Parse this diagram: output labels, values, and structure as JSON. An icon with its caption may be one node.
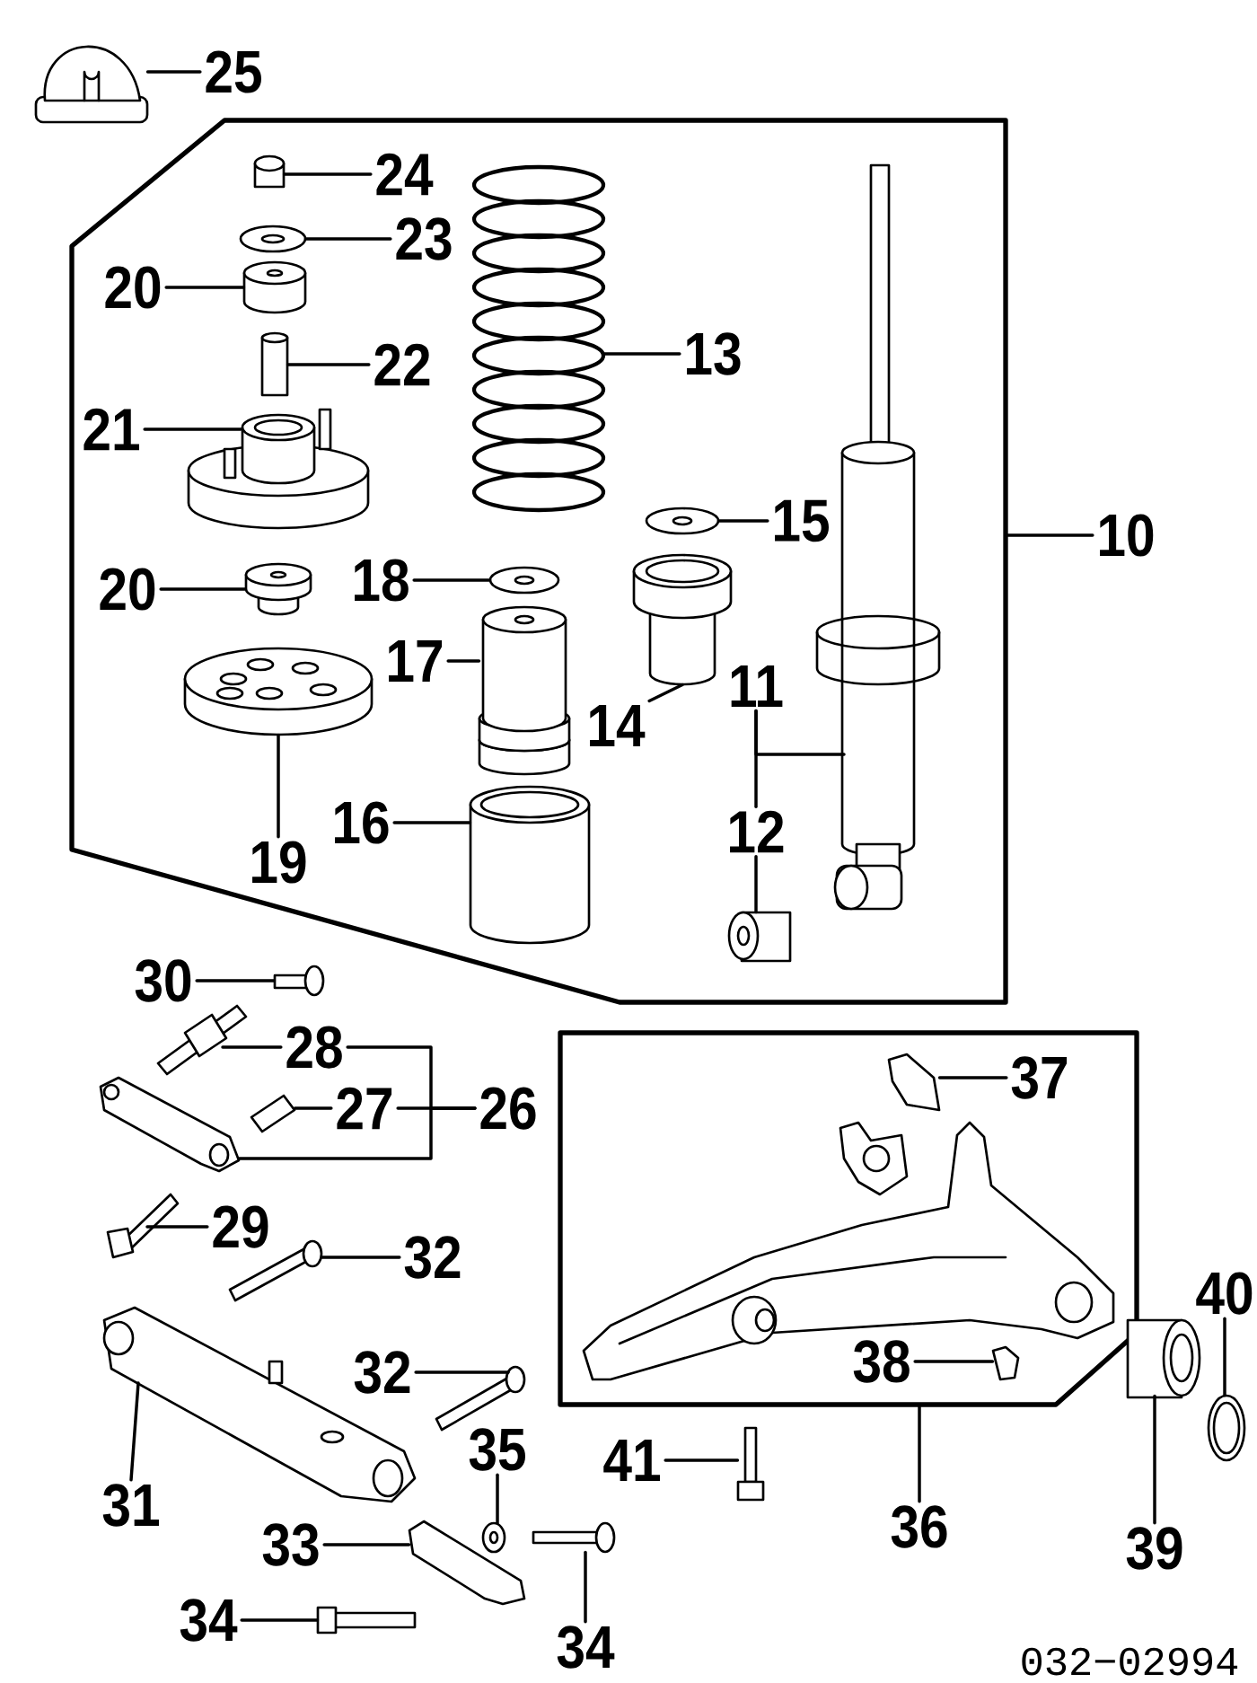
{
  "diagram": {
    "nodes": [
      {
        "text": [],
        "shape": "box"
      },
      {
        "text": [],
        "shape": "box"
      },
      {
        "text": [
          "25"
        ]
      },
      {
        "text": [
          "24"
        ],
        "in": 0
      },
      {
        "text": [
          "23"
        ],
        "in": 0
      },
      {
        "text": [
          "20"
        ],
        "in": 0
      },
      {
        "text": [
          "22"
        ],
        "in": 0
      },
      {
        "text": [
          "21"
        ],
        "in": 0
      },
      {
        "text": [
          "20"
        ],
        "in": 0
      },
      {
        "text": [
          "18"
        ],
        "in": 0
      },
      {
        "text": [
          "17"
        ],
        "in": 0
      },
      {
        "text": [
          "19"
        ],
        "in": 0
      },
      {
        "text": [
          "16"
        ],
        "in": 0
      },
      {
        "text": [
          "13"
        ],
        "in": 0
      },
      {
        "text": [
          "15"
        ],
        "in": 0
      },
      {
        "text": [
          "14"
        ],
        "in": 0
      },
      {
        "text": [
          "11"
        ],
        "in": 0
      },
      {
        "text": [
          "12"
        ],
        "in": 0
      },
      {
        "text": [
          "10"
        ]
      },
      {
        "text": [
          "30"
        ]
      },
      {
        "text": [
          "28"
        ]
      },
      {
        "text": [
          "27"
        ]
      },
      {
        "text": [
          "26"
        ]
      },
      {
        "text": [
          "29"
        ]
      },
      {
        "text": [
          "32"
        ]
      },
      {
        "text": [
          "31"
        ]
      },
      {
        "text": [
          "32"
        ]
      },
      {
        "text": [
          "35"
        ]
      },
      {
        "text": [
          "33"
        ]
      },
      {
        "text": [
          "34"
        ]
      },
      {
        "text": [
          "34"
        ]
      },
      {
        "text": [
          "41"
        ]
      },
      {
        "text": [
          "37"
        ],
        "in": 1
      },
      {
        "text": [
          "38"
        ],
        "in": 1
      },
      {
        "text": [
          "36"
        ]
      },
      {
        "text": [
          "39"
        ]
      },
      {
        "text": [
          "40"
        ]
      },
      {
        "text": [],
        "shape": "picture"
      },
      {
        "text": [],
        "shape": "cylinder",
        "in": 0
      },
      {
        "text": [],
        "shape": "picture",
        "in": 0
      },
      {
        "text": [],
        "shape": "cylinder",
        "in": 0
      },
      {
        "text": [],
        "shape": "cylinder",
        "in": 0
      },
      {
        "text": [],
        "shape": "picture",
        "in": 0
      },
      {
        "text": [],
        "shape": "cylinder",
        "in": 0
      },
      {
        "text": [],
        "shape": "picture",
        "in": 0
      },
      {
        "text": [],
        "shape": "picture",
        "in": 0
      },
      {
        "text": [],
        "shape": "picture",
        "in": 0
      },
      {
        "text": [],
        "shape": "picture",
        "in": 0
      },
      {
        "text": [],
        "shape": "cylinder",
        "in": 0
      },
      {
        "text": [],
        "shape": "picture",
        "in": 0
      },
      {
        "text": [],
        "shape": "picture",
        "in": 0
      },
      {
        "text": [],
        "shape": "picture",
        "in": 0
      },
      {
        "text": [],
        "shape": "cylinder",
        "in": 0
      },
      {
        "text": [],
        "shape": "picture"
      },
      {
        "text": [],
        "shape": "picture"
      },
      {
        "text": [],
        "shape": "picture"
      },
      {
        "text": [],
        "shape": "picture"
      },
      {
        "text": [],
        "shape": "picture"
      },
      {
        "text": [],
        "shape": "picture"
      },
      {
        "text": [],
        "shape": "picture"
      },
      {
        "text": [],
        "shape": "picture"
      },
      {
        "text": [],
        "shape": "picture"
      },
      {
        "text": [],
        "shape": "picture"
      },
      {
        "text": [],
        "shape": "bar"
      },
      {
        "text": [],
        "shape": "picture"
      },
      {
        "text": [],
        "shape": "picture"
      },
      {
        "text": [],
        "shape": "picture",
        "in": 1
      },
      {
        "text": [],
        "shape": "picture",
        "in": 1
      },
      {
        "text": [],
        "shape": "picture"
      },
      {
        "text": [],
        "shape": "picture"
      }
    ],
    "edges": [
      {
        "from": 2,
        "to": 37,
        "arrow": "none"
      },
      {
        "from": 3,
        "to": 38,
        "arrow": "none"
      },
      {
        "from": 4,
        "to": 39,
        "arrow": "none"
      },
      {
        "from": 5,
        "to": 40,
        "arrow": "none"
      },
      {
        "from": 6,
        "to": 41,
        "arrow": "none"
      },
      {
        "from": 7,
        "to": 42,
        "arrow": "none"
      },
      {
        "from": 8,
        "to": 43,
        "arrow": "none"
      },
      {
        "from": 9,
        "to": 46,
        "arrow": "none"
      },
      {
        "from": 10,
        "to": 47,
        "arrow": "none"
      },
      {
        "from": 11,
        "to": 44,
        "arrow": "none"
      },
      {
        "from": 12,
        "to": 48,
        "arrow": "none"
      },
      {
        "from": 13,
        "to": 45,
        "arrow": "none"
      },
      {
        "from": 14,
        "to": 49,
        "arrow": "none"
      },
      {
        "from": 15,
        "to": 50,
        "arrow": "none"
      },
      {
        "from": 16,
        "to": 51,
        "arrow": "none"
      },
      {
        "from": 16,
        "to": 17,
        "arrow": "none"
      },
      {
        "from": 17,
        "to": 52,
        "arrow": "none"
      },
      {
        "from": 18,
        "to": 0,
        "arrow": "none"
      },
      {
        "from": 19,
        "to": 53,
        "arrow": "none"
      },
      {
        "from": 20,
        "to": 54,
        "arrow": "none"
      },
      {
        "from": 21,
        "to": 55,
        "arrow": "none"
      },
      {
        "from": 22,
        "to": 56,
        "arrow": "none"
      },
      {
        "from": 23,
        "to": 57,
        "arrow": "none"
      },
      {
        "from": 24,
        "to": 58,
        "arrow": "none"
      },
      {
        "from": 25,
        "to": 59,
        "arrow": "none"
      },
      {
        "from": 26,
        "to": 60,
        "arrow": "none"
      },
      {
        "from": 27,
        "to": 61,
        "arrow": "none"
      },
      {
        "from": 28,
        "to": 62,
        "arrow": "none"
      },
      {
        "from": 29,
        "to": 63,
        "arrow": "none"
      },
      {
        "from": 30,
        "to": 64,
        "arrow": "none"
      },
      {
        "from": 31,
        "to": 65,
        "arrow": "none"
      },
      {
        "from": 32,
        "to": 66,
        "arrow": "none"
      },
      {
        "from": 33,
        "to": 67,
        "arrow": "none"
      },
      {
        "from": 34,
        "to": 1,
        "arrow": "none"
      },
      {
        "from": 35,
        "to": 68,
        "arrow": "none"
      },
      {
        "from": 36,
        "to": 69,
        "arrow": "none"
      },
      {
        "from": 22,
        "to": 20,
        "arrow": "none"
      },
      {
        "from": 22,
        "to": 21,
        "arrow": "none"
      }
    ],
    "labels": [
      "032−02994"
    ]
  }
}
